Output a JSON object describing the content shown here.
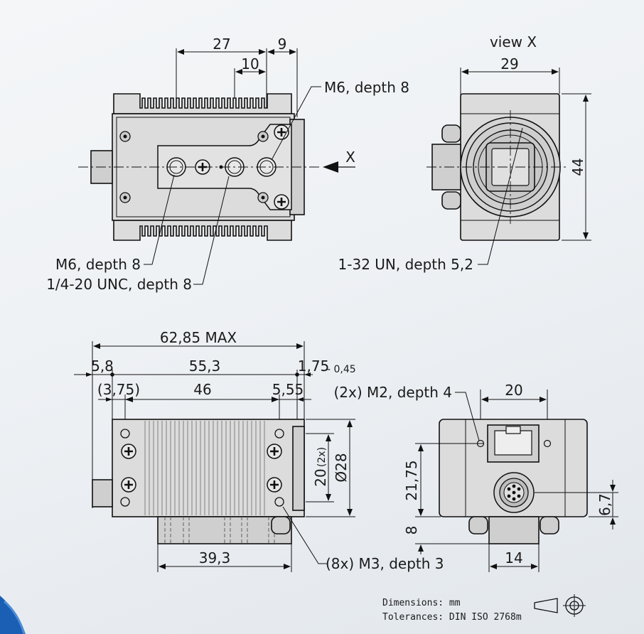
{
  "views": {
    "top": {
      "dims": {
        "d27": "27",
        "d9": "9",
        "d10": "10"
      },
      "callouts": {
        "m6_top": "M6, depth 8",
        "m6_bottom": "M6, depth 8",
        "unc": "1/4-20 UNC, depth 8"
      },
      "view_arrow": "X"
    },
    "view_x": {
      "title": "view X",
      "dims": {
        "width": "29",
        "height": "44"
      },
      "callout": "1-32 UN, depth 5,2"
    },
    "side": {
      "dims": {
        "overall": "62,85 MAX",
        "d58": "5,8",
        "d553": "55,3",
        "d175": "1,75",
        "tol": "- 0,45",
        "d375": "(3,75)",
        "d46": "46",
        "d555": "5,55",
        "d20": "20",
        "d20_note": "(2x)",
        "d28": "Ø28",
        "d393": "39,3"
      },
      "callout": "(8x) M3, depth 3"
    },
    "back": {
      "dims": {
        "d20": "20",
        "d2175": "21,75",
        "d8": "8",
        "d14": "14",
        "d67": "6,7"
      },
      "callout": "(2x) M2, depth 4"
    }
  },
  "footer": {
    "line1": "Dimensions: mm",
    "line2": "Tolerances: DIN ISO 2768m",
    "projection_icon": "first-angle-projection-icon"
  },
  "colors": {
    "accent": "#1a5fb4",
    "line": "#111111",
    "body": "#dcdcdc"
  }
}
